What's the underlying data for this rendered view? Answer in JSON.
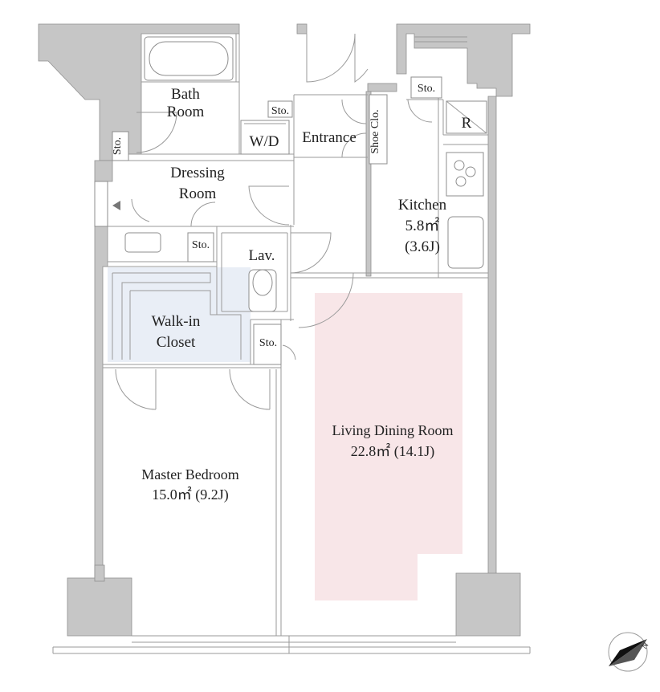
{
  "rooms": {
    "bath": {
      "line1": "Bath",
      "line2": "Room"
    },
    "dressing": {
      "line1": "Dressing",
      "line2": "Room"
    },
    "wd": "W/D",
    "entrance": "Entrance",
    "shoe_closet": "Shoe Clo.",
    "kitchen": {
      "name": "Kitchen",
      "area": "5.8㎡",
      "jo": "(3.6J)"
    },
    "fridge": "R",
    "lav": "Lav.",
    "walkin": {
      "line1": "Walk-in",
      "line2": "Closet"
    },
    "ldr": {
      "name": "Living Dining Room",
      "area": "22.8㎡  (14.1J)"
    },
    "master": {
      "name": "Master Bedroom",
      "area": "15.0㎡  (9.2J)"
    }
  },
  "storage": {
    "sto_bath_left": "Sto.",
    "sto_entrance": "Sto.",
    "sto_top_right": "Sto.",
    "sto_dressing": "Sto.",
    "sto_walkin": "Sto."
  },
  "compass": {
    "north_label": "N"
  },
  "colors": {
    "walkin_fill": "#e9eef6",
    "living_fill": "#f8e6e8",
    "wall": "#c6c6c6"
  }
}
